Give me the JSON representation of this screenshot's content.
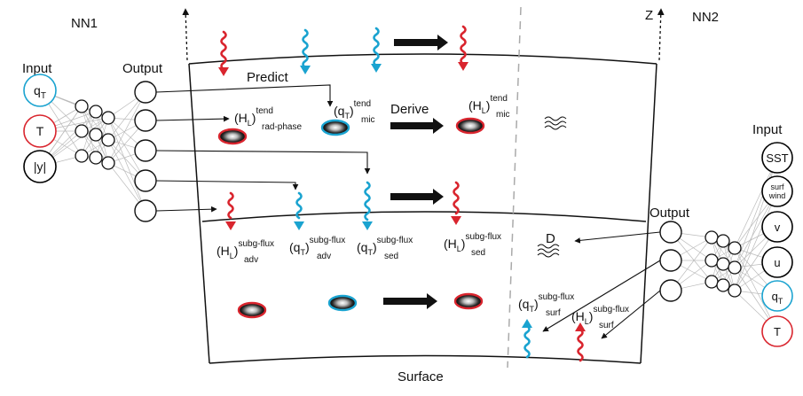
{
  "colors": {
    "red": "#d9252e",
    "blue": "#1aa3d0",
    "black": "#000000",
    "gray": "#aaaaaa"
  },
  "left": {
    "title": "NN1",
    "input_label": "Input",
    "output_label": "Output",
    "inputs": [
      {
        "base": "q",
        "sub": "T",
        "color": "blue"
      },
      {
        "base": "T",
        "sub": "",
        "color": "red"
      },
      {
        "base": "|y|",
        "sub": "",
        "color": "black"
      }
    ]
  },
  "right": {
    "title": "NN2",
    "axis_label": "Z",
    "input_label": "Input",
    "output_label": "Output",
    "inputs": [
      {
        "base": "SST",
        "sub": "",
        "color": "black"
      },
      {
        "base": "surf",
        "sub": "wind",
        "color": "black"
      },
      {
        "base": "v",
        "sub": "",
        "color": "black"
      },
      {
        "base": "u",
        "sub": "",
        "color": "black"
      },
      {
        "base": "q",
        "sub": "T",
        "color": "blue"
      },
      {
        "base": "T",
        "sub": "",
        "color": "red"
      }
    ]
  },
  "labels": {
    "predict": "Predict",
    "derive": "Derive",
    "surface": "Surface",
    "d": "D"
  },
  "terms": {
    "h_rad_phase": {
      "var": "H",
      "sub_var": "L",
      "sup": "tend",
      "sub": "rad-phase"
    },
    "q_mic": {
      "var": "q",
      "sub_var": "T",
      "sup": "tend",
      "sub": "mic"
    },
    "h_mic": {
      "var": "H",
      "sub_var": "L",
      "sup": "tend",
      "sub": "mic"
    },
    "h_adv": {
      "var": "H",
      "sub_var": "L",
      "sup": "subg-flux",
      "sub": "adv"
    },
    "q_adv": {
      "var": "q",
      "sub_var": "T",
      "sup": "subg-flux",
      "sub": "adv"
    },
    "q_sed": {
      "var": "q",
      "sub_var": "T",
      "sup": "subg-flux",
      "sub": "sed"
    },
    "h_sed": {
      "var": "H",
      "sub_var": "L",
      "sup": "subg-flux",
      "sub": "sed"
    },
    "q_surf": {
      "var": "q",
      "sub_var": "T",
      "sup": "subg-flux",
      "sub": "surf"
    },
    "h_surf": {
      "var": "H",
      "sub_var": "L",
      "sup": "subg-flux",
      "sub": "surf"
    }
  }
}
